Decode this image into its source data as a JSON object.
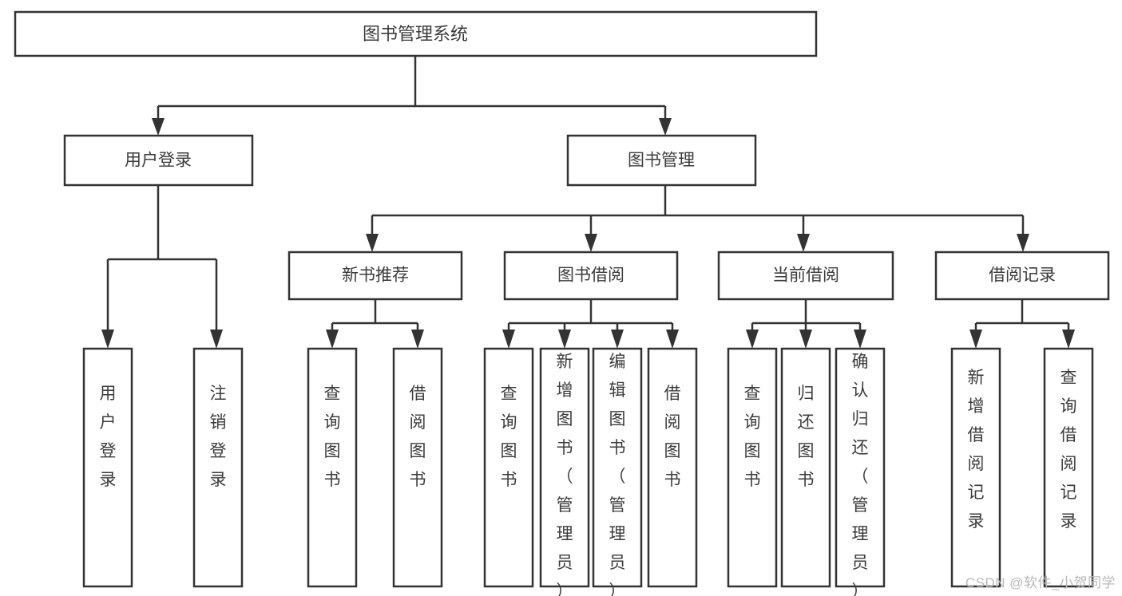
{
  "diagram": {
    "title": "图书管理系统",
    "type": "tree-hierarchy-chart",
    "watermark": "CSDN @软件_小贺同学",
    "colors": {
      "box_stroke": "#333333",
      "box_fill": "#ffffff",
      "text": "#3b3b3b",
      "connector": "#333333",
      "watermark": "#b9b9b9",
      "background": "#ffffff"
    },
    "root": {
      "label": "图书管理系统"
    },
    "level2": [
      {
        "label": "用户登录"
      },
      {
        "label": "图书管理"
      }
    ],
    "level3": [
      {
        "label": "新书推荐"
      },
      {
        "label": "图书借阅"
      },
      {
        "label": "当前借阅"
      },
      {
        "label": "借阅记录"
      }
    ],
    "leaves": {
      "user_login": [
        {
          "label": "用户登录"
        },
        {
          "label": "注销登录"
        }
      ],
      "new_book": [
        {
          "label": "查询图书"
        },
        {
          "label": "借阅图书"
        }
      ],
      "book_borrow": [
        {
          "label": "查询图书"
        },
        {
          "label": "新增图书（管理员）"
        },
        {
          "label": "编辑图书（管理员）"
        },
        {
          "label": "借阅图书"
        }
      ],
      "current_borrow": [
        {
          "label": "查询图书"
        },
        {
          "label": "归还图书"
        },
        {
          "label": "确认归还（管理员）"
        }
      ],
      "borrow_record": [
        {
          "label": "新增借阅记录"
        },
        {
          "label": "查询借阅记录"
        }
      ]
    }
  }
}
